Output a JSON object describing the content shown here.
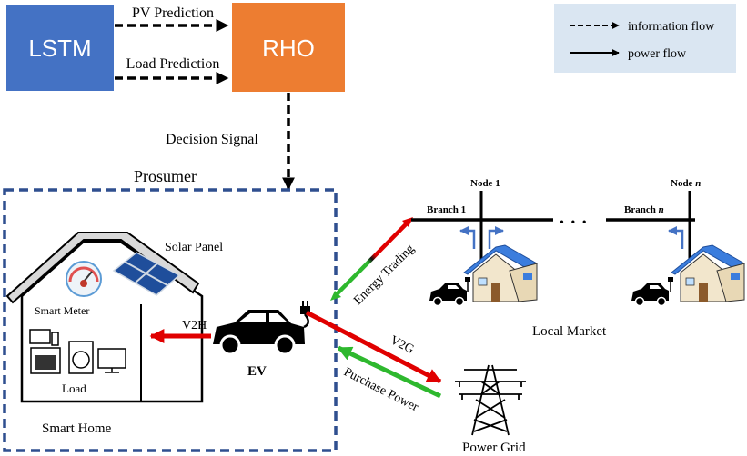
{
  "blocks": {
    "lstm": "LSTM",
    "rho": "RHO"
  },
  "flows": {
    "pv_prediction": "PV Prediction",
    "load_prediction": "Load Prediction",
    "decision_signal": "Decision Signal"
  },
  "legend": {
    "information_flow": "information flow",
    "power_flow": "power flow"
  },
  "prosumer": {
    "title": "Prosumer",
    "solar_panel": "Solar Panel",
    "smart_meter": "Smart Meter",
    "load": "Load",
    "smart_home": "Smart Home",
    "v2h": "V2H",
    "ev": "EV"
  },
  "market": {
    "node_1": "Node 1",
    "node_n": "Node ",
    "node_n_italic": "n",
    "branch_1": "Branch 1",
    "branch_n": "Branch ",
    "branch_n_italic": "n",
    "ellipsis": "• • •",
    "local_market": "Local Market",
    "energy_trading": "Energy Trading"
  },
  "grid": {
    "v2g": "V2G",
    "purchase_power": "Purchase Power",
    "power_grid": "Power Grid"
  },
  "colors": {
    "lstm_fill": "#4472C4",
    "rho_fill": "#ED7D31",
    "legend_fill": "#DAE6F2",
    "prosumer_border": "#2F4F8F",
    "red_flow": "#E00000",
    "green_flow": "#2EB82E",
    "local_arrow": "#4472C4"
  }
}
